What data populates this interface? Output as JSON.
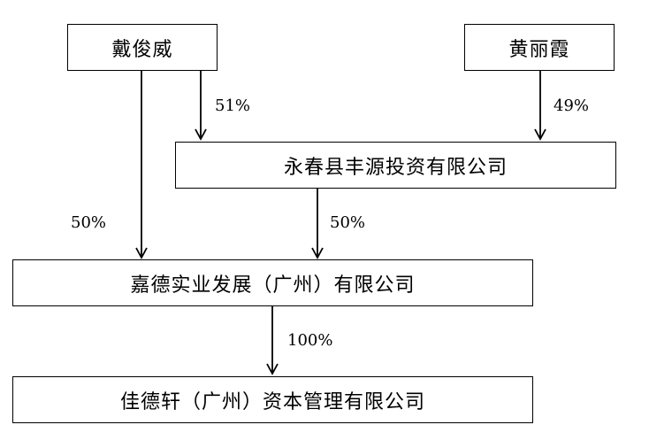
{
  "diagram": {
    "nodes": {
      "dai_junwei": "戴俊威",
      "huang_lixia": "黄丽霞",
      "yongchun": "永春县丰源投资有限公司",
      "jiade": "嘉德实业发展（广州）有限公司",
      "jiadexuan": "佳德轩（广州）资本管理有限公司"
    },
    "edges": [
      {
        "from": "dai_junwei",
        "to": "yongchun",
        "label": "51%"
      },
      {
        "from": "huang_lixia",
        "to": "yongchun",
        "label": "49%"
      },
      {
        "from": "dai_junwei",
        "to": "jiade",
        "label": "50%"
      },
      {
        "from": "yongchun",
        "to": "jiade",
        "label": "50%"
      },
      {
        "from": "jiade",
        "to": "jiadexuan",
        "label": "100%"
      }
    ]
  }
}
